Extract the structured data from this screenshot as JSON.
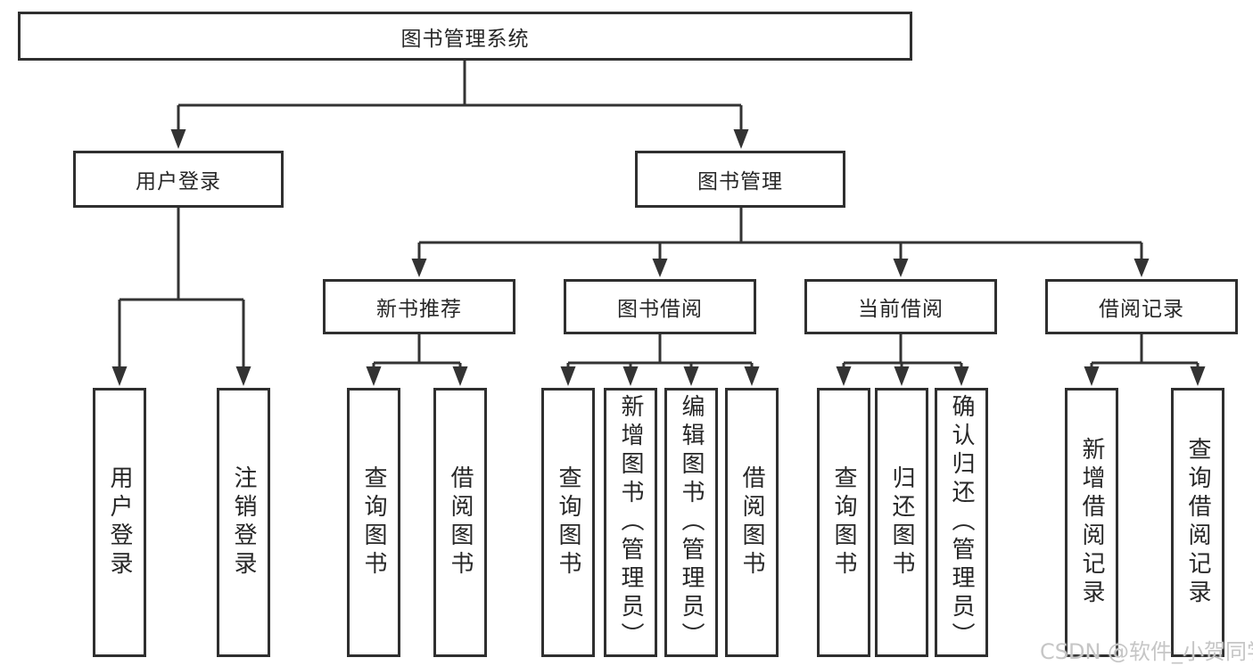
{
  "colors": {
    "line": "#333333",
    "box_border": "#2f2f2f",
    "text": "#272727",
    "watermark": "#c6c6c6",
    "background": "#ffffff"
  },
  "watermark": {
    "text": "CSDN @软件_小贺同学"
  },
  "tree": {
    "label": "图书管理系统",
    "children": [
      {
        "label": "用户登录",
        "children": [
          {
            "label": "用户登录"
          },
          {
            "label": "注销登录"
          }
        ]
      },
      {
        "label": "图书管理",
        "children": [
          {
            "label": "新书推荐",
            "children": [
              {
                "label": "查询图书"
              },
              {
                "label": "借阅图书"
              }
            ]
          },
          {
            "label": "图书借阅",
            "children": [
              {
                "label": "查询图书"
              },
              {
                "label": "新增图书（管理员）"
              },
              {
                "label": "编辑图书（管理员）"
              },
              {
                "label": "借阅图书"
              }
            ]
          },
          {
            "label": "当前借阅",
            "children": [
              {
                "label": "查询图书"
              },
              {
                "label": "归还图书"
              },
              {
                "label": "确认归还（管理员）"
              }
            ]
          },
          {
            "label": "借阅记录",
            "children": [
              {
                "label": "新增借阅记录"
              },
              {
                "label": "查询借阅记录"
              }
            ]
          }
        ]
      }
    ]
  }
}
